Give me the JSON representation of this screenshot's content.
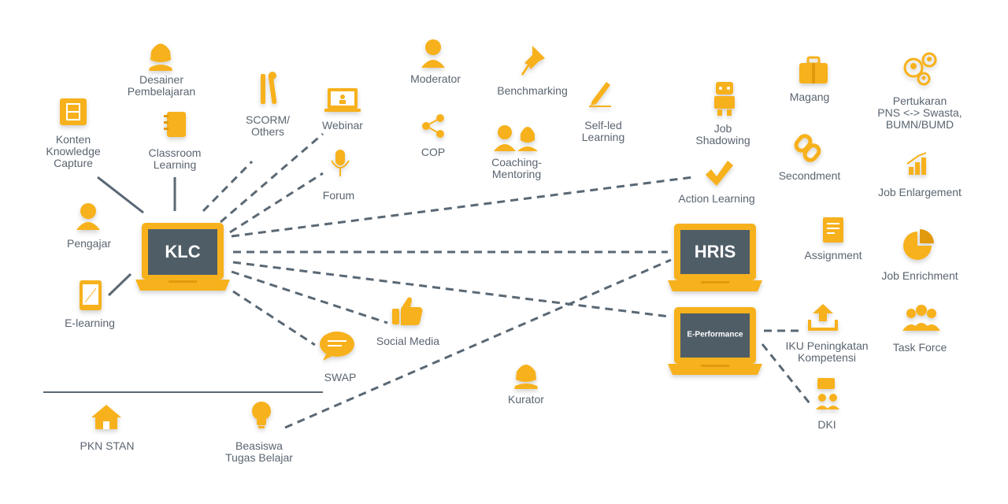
{
  "hubs": {
    "klc": "KLC",
    "hris": "HRIS",
    "eperformance": "E-Performance"
  },
  "nodes": {
    "desainer": "Desainer\nPembelajaran",
    "konten": "Konten\nKnowledge\nCapture",
    "classroom": "Classroom\nLearning",
    "scorm": "SCORM/\nOthers",
    "webinar": "Webinar",
    "moderator": "Moderator",
    "benchmarking": "Benchmarking",
    "cop": "COP",
    "selfled": "Self-led\nLearning",
    "coaching": "Coaching-\nMentoring",
    "forum": "Forum",
    "pengajar": "Pengajar",
    "elearning": "E-learning",
    "socialmedia": "Social Media",
    "swap": "SWAP",
    "kurator": "Kurator",
    "pknstan": "PKN STAN",
    "beasiswa": "Beasiswa\nTugas Belajar",
    "jobshadowing": "Job\nShadowing",
    "actionlearning": "Action Learning",
    "magang": "Magang",
    "secondment": "Secondment",
    "pertukaran": "Pertukaran\nPNS <-> Swasta,\nBUMN/BUMD",
    "jobenlargement": "Job Enlargement",
    "assignment": "Assignment",
    "jobenrichment": "Job Enrichment",
    "iku": "IKU Peningkatan\nKompetensi",
    "taskforce": "Task Force",
    "dki": "DKI"
  },
  "icons": {
    "desainer": "person-female-icon",
    "konten": "film-strip-icon",
    "classroom": "notebook-icon",
    "scorm": "tools-icon",
    "webinar": "laptop-user-icon",
    "moderator": "person-icon",
    "benchmarking": "pushpin-icon",
    "cop": "share-icon",
    "selfled": "pen-icon",
    "coaching": "two-people-icon",
    "forum": "microphone-icon",
    "pengajar": "person-icon",
    "elearning": "tablet-icon",
    "socialmedia": "thumbs-up-icon",
    "swap": "chat-bubble-icon",
    "kurator": "person-female-icon",
    "pknstan": "home-icon",
    "beasiswa": "lightbulb-icon",
    "jobshadowing": "robot-icon",
    "actionlearning": "checkmark-icon",
    "magang": "briefcase-icon",
    "secondment": "chain-link-icon",
    "pertukaran": "people-exchange-icon",
    "jobenlargement": "bar-chart-icon",
    "assignment": "document-icon",
    "jobenrichment": "pie-chart-icon",
    "iku": "upload-icon",
    "taskforce": "team-icon",
    "dki": "presenter-icon"
  },
  "colors": {
    "accent": "#F7B11B",
    "accent_dark": "#E19A0C",
    "screen": "#4F5D66",
    "line": "#5A6874"
  }
}
